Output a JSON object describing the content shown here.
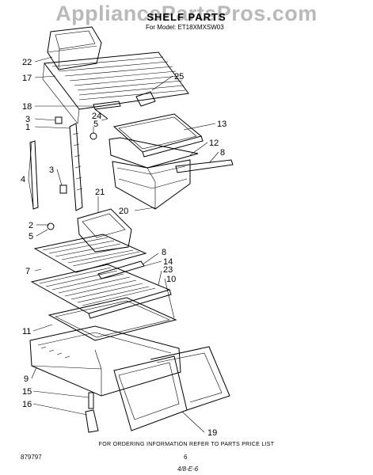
{
  "watermark": "AppliancePartsPros.com",
  "title": "SHELF PARTS",
  "model_line": "For Model: ET18XMXSW03",
  "footer_note": "FOR ORDERING INFORMATION REFER TO PARTS PRICE LIST",
  "document_number": "879797",
  "page_number": "6",
  "handwritten_note": "4/8-E-6",
  "callouts": {
    "c22": "22",
    "c17": "17",
    "c25": "25",
    "c18": "18",
    "c24": "24",
    "c3a": "3",
    "c5a": "5",
    "c1": "1",
    "c13": "13",
    "c12": "12",
    "c8a": "8",
    "c4": "4",
    "c3b": "3",
    "c21": "21",
    "c20": "20",
    "c2": "2",
    "c5b": "5",
    "c8b": "8",
    "c14": "14",
    "c7": "7",
    "c23": "23",
    "c10": "10",
    "c11": "11",
    "c9": "9",
    "c15": "15",
    "c16": "16",
    "c19": "19"
  }
}
